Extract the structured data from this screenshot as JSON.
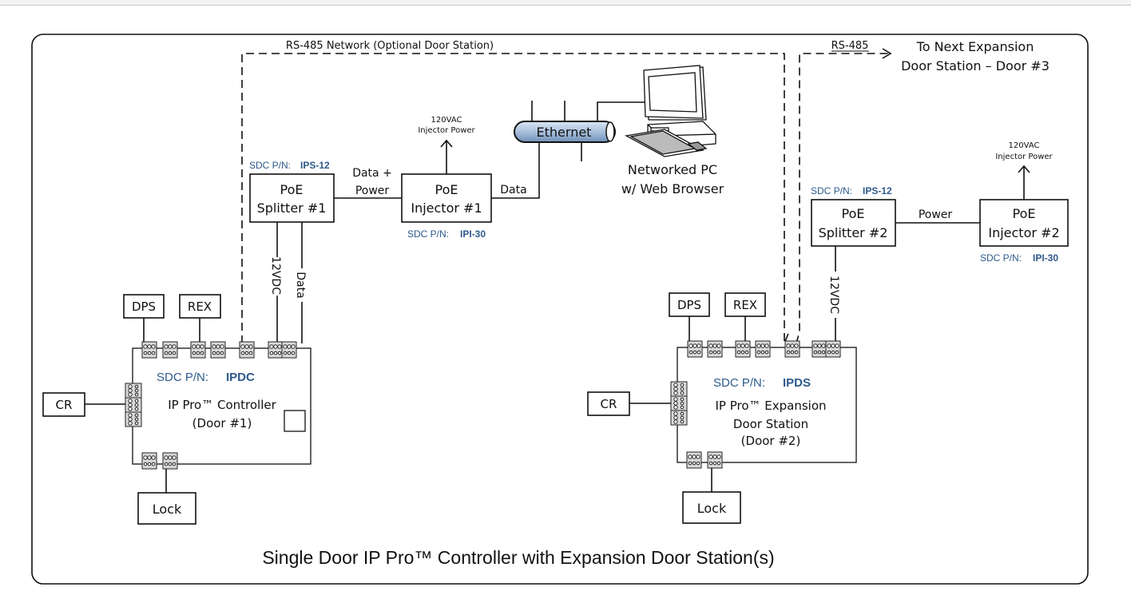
{
  "diagram": {
    "title": "Single Door IP Pro™ Controller with Expansion Door Station(s)",
    "rs485_network_label": "RS-485 Network (Optional Door Station)",
    "rs485_label": "RS-485",
    "next_station_line1": "To Next Expansion",
    "next_station_line2": "Door Station – Door #3",
    "ethernet_label": "Ethernet",
    "pc_line1": "Networked PC",
    "pc_line2": "w/ Web Browser",
    "pn_prefix": "SDC P/N:",
    "splitter1": {
      "line1": "PoE",
      "line2": "Splitter #1",
      "pn": "IPS-12"
    },
    "injector1": {
      "line1": "PoE",
      "line2": "Injector #1",
      "pn": "IPI-30",
      "power_line1": "120VAC",
      "power_line2": "Injector Power"
    },
    "splitter2": {
      "line1": "PoE",
      "line2": "Splitter #2",
      "pn": "IPS-12"
    },
    "injector2": {
      "line1": "PoE",
      "line2": "Injector #2",
      "pn": "IPI-30",
      "power_line1": "120VAC",
      "power_line2": "Injector Power"
    },
    "wire_labels": {
      "data_power_line1": "Data +",
      "data_power_line2": "Power",
      "data": "Data",
      "vdc12": "12VDC",
      "data_vertical": "Data",
      "power": "Power",
      "vdc12_right": "12VDC"
    },
    "controller": {
      "pn": "IPDC",
      "line1": "IP Pro™ Controller",
      "line2": "(Door #1)"
    },
    "door_station": {
      "pn": "IPDS",
      "line1": "IP Pro™ Expansion",
      "line2": "Door Station",
      "line3": "(Door #2)"
    },
    "devices": {
      "dps": "DPS",
      "rex": "REX",
      "cr": "CR",
      "lock": "Lock"
    }
  }
}
